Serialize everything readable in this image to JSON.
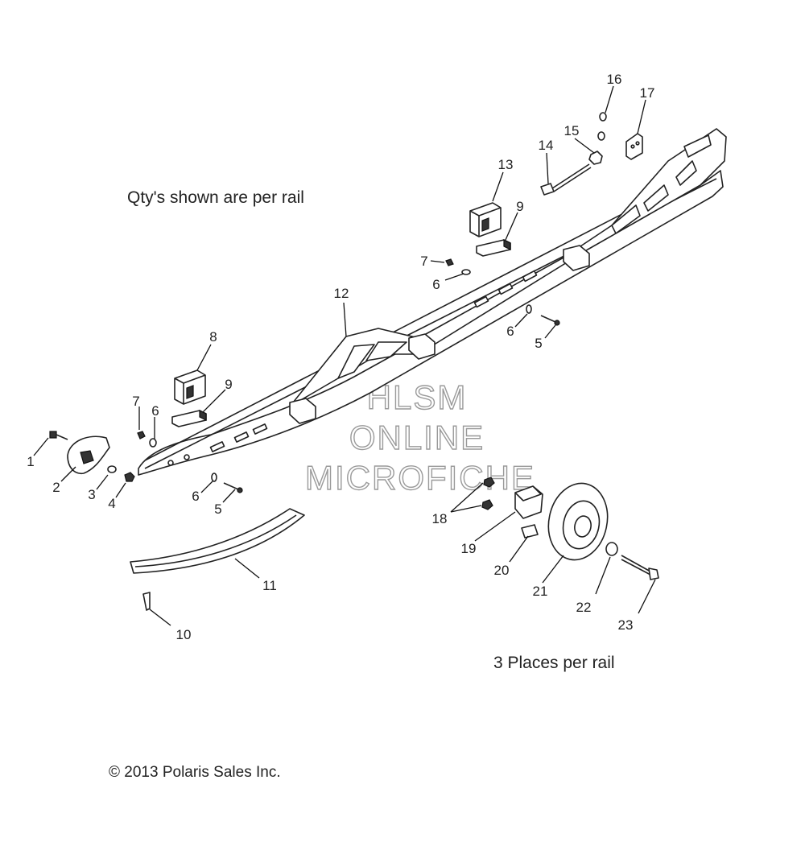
{
  "notes": {
    "qty": "Qty's shown are per rail",
    "places": "3 Places per rail",
    "copyright": "© 2013 Polaris Sales Inc."
  },
  "watermark": {
    "line1": "HLSM",
    "line2": "ONLINE",
    "line3": "MICROFICHE"
  },
  "callouts": {
    "c1": "1",
    "c2": "2",
    "c3": "3",
    "c4": "4",
    "c5a": "5",
    "c5b": "5",
    "c6a": "6",
    "c6b": "6",
    "c6c": "6",
    "c6d": "6",
    "c7a": "7",
    "c7b": "7",
    "c8": "8",
    "c9a": "9",
    "c9b": "9",
    "c10": "10",
    "c11": "11",
    "c12": "12",
    "c13": "13",
    "c14": "14",
    "c15": "15",
    "c16": "16",
    "c17": "17",
    "c18": "18",
    "c19": "19",
    "c20": "20",
    "c21": "21",
    "c22": "22",
    "c23": "23"
  }
}
